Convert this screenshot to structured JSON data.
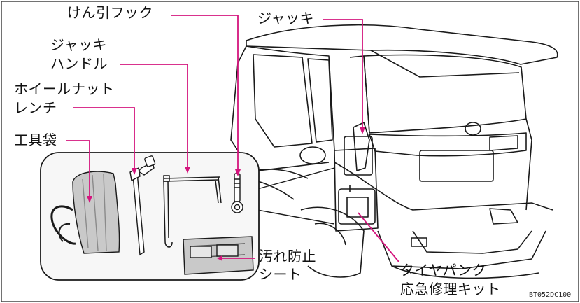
{
  "labels": {
    "tow_hook": "けん引フック",
    "jack": "ジャッキ",
    "jack_handle_line1": "ジャッキ",
    "jack_handle_line2": "ハンドル",
    "lug_wrench_line1": "ホイールナット",
    "lug_wrench_line2": "レンチ",
    "tool_bag": "工具袋",
    "dirt_sheet_line1": "汚れ防止",
    "dirt_sheet_line2": "シート",
    "repair_kit_line1": "タイヤパンク",
    "repair_kit_line2": "応急修理キット"
  },
  "figure_code": "BT052DC100",
  "colors": {
    "leader": "#d4157d",
    "outline": "#1a1a1a",
    "inset_fill": "#f7f7f7"
  }
}
